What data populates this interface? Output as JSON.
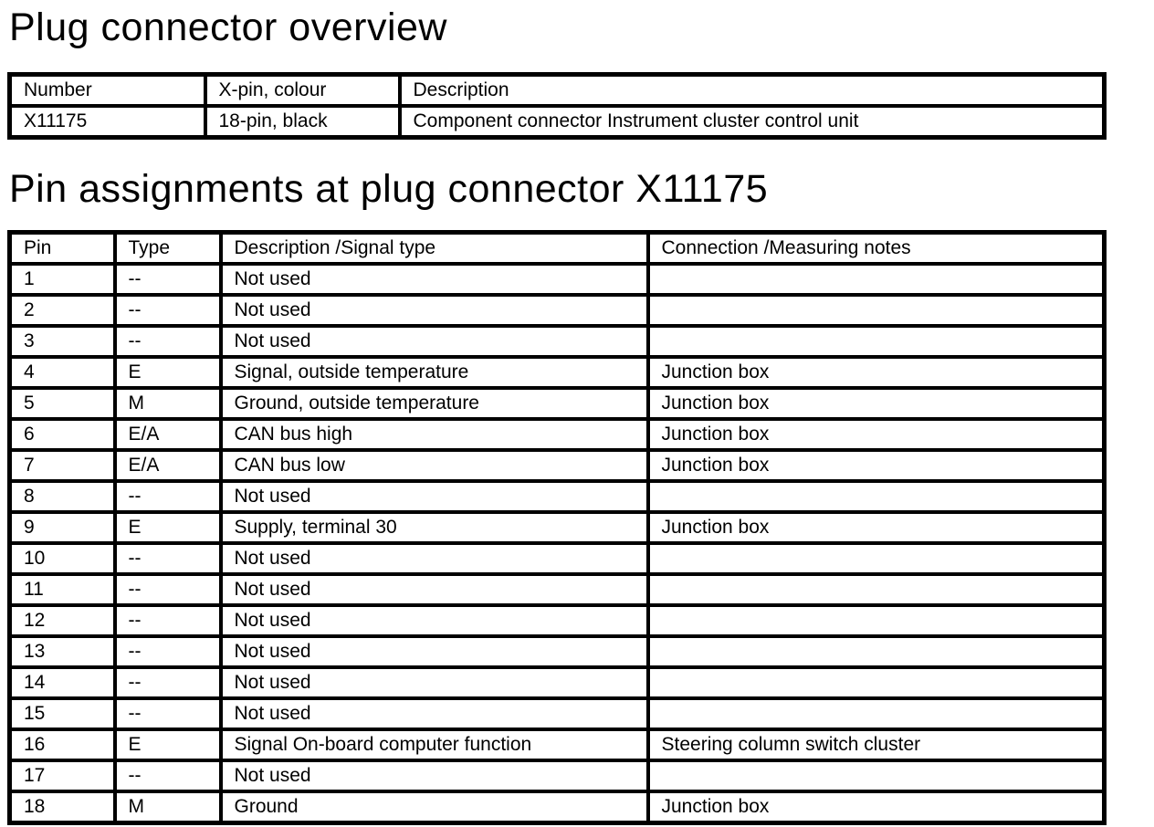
{
  "colors": {
    "background": "#ffffff",
    "text": "#000000",
    "table_border": "#000000"
  },
  "sections": [
    {
      "title": "Plug connector overview",
      "table": {
        "headers": [
          "Number",
          "X-pin, colour",
          "Description"
        ],
        "rows": [
          [
            "X11175",
            "18-pin, black",
            "Component connector Instrument cluster control unit"
          ]
        ]
      }
    },
    {
      "title": "Pin assignments at plug connector X11175",
      "table": {
        "headers": [
          "Pin",
          "Type",
          "Description /Signal type",
          "Connection /Measuring notes"
        ],
        "rows": [
          [
            "1",
            "--",
            "Not used",
            ""
          ],
          [
            "2",
            "--",
            "Not used",
            ""
          ],
          [
            "3",
            "--",
            "Not used",
            ""
          ],
          [
            "4",
            "E",
            "Signal, outside temperature",
            "Junction box"
          ],
          [
            "5",
            "M",
            "Ground, outside temperature",
            "Junction box"
          ],
          [
            "6",
            "E/A",
            "CAN bus high",
            "Junction box"
          ],
          [
            "7",
            "E/A",
            "CAN bus low",
            "Junction box"
          ],
          [
            "8",
            "--",
            "Not used",
            ""
          ],
          [
            "9",
            "E",
            "Supply, terminal 30",
            "Junction box"
          ],
          [
            "10",
            "--",
            "Not used",
            ""
          ],
          [
            "11",
            "--",
            "Not used",
            ""
          ],
          [
            "12",
            "--",
            "Not used",
            ""
          ],
          [
            "13",
            "--",
            "Not used",
            ""
          ],
          [
            "14",
            "--",
            "Not used",
            ""
          ],
          [
            "15",
            "--",
            "Not used",
            ""
          ],
          [
            "16",
            "E",
            "Signal On-board computer function",
            "Steering column switch cluster"
          ],
          [
            "17",
            "--",
            "Not used",
            ""
          ],
          [
            "18",
            "M",
            "Ground",
            "Junction box"
          ]
        ]
      }
    }
  ]
}
